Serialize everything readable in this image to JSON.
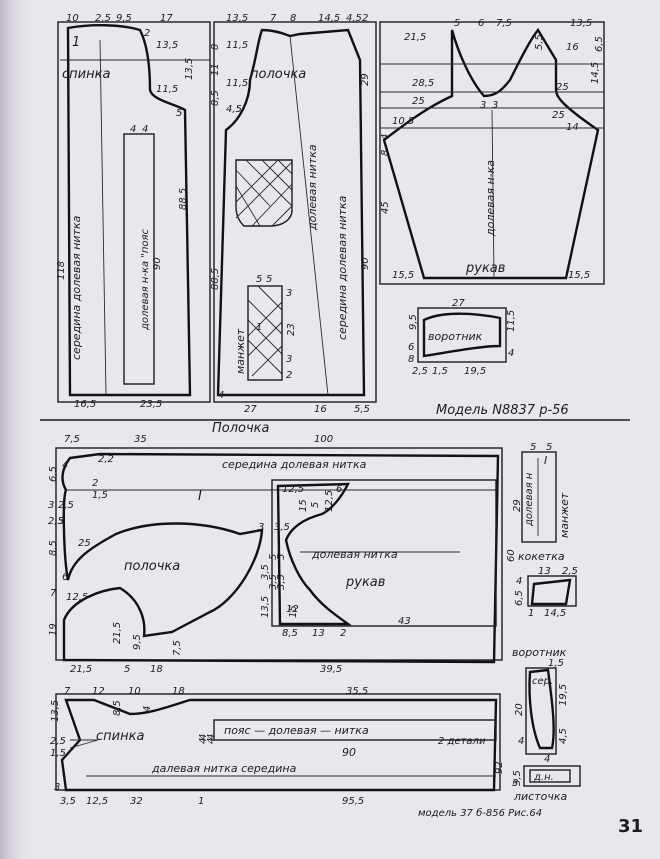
{
  "model_top": "Модель N8837 р-56",
  "model_bottom": "модель 37 б-856 Рис.64",
  "page_number": "31",
  "top": {
    "back": {
      "title": "спинка",
      "marker": "1",
      "grain": "середина долевая нитка",
      "belt": "долевая н-ка \"пояс",
      "dims": [
        "10",
        "2,5",
        "9,5",
        "17",
        "2",
        "13,5",
        "13,5",
        "11,5",
        "5",
        "4",
        "4",
        "88,5",
        "118",
        "90",
        "16,5",
        "23,5"
      ]
    },
    "front": {
      "title": "полочка",
      "grain1": "долевая нитка",
      "grain2": "середина долевая нитка",
      "cuff": "манжет",
      "dims": [
        "13,5",
        "7",
        "8",
        "14,5",
        "4,5",
        "2",
        "11,5",
        "8",
        "11",
        "11,5",
        "8,5",
        "4,5",
        "29",
        "88,5",
        "90",
        "5",
        "5",
        "3",
        "23",
        "3",
        "2",
        "4",
        "27",
        "16",
        "5,5",
        "1"
      ]
    },
    "sleeve": {
      "title": "рукав",
      "grain": "долевая н-ка",
      "dims": [
        "5",
        "6",
        "7,5",
        "13,5",
        "21,5",
        "5,5",
        "16",
        "6,5",
        "28,5",
        "25",
        "14,5",
        "3",
        "3",
        "25",
        "10,5",
        "25",
        "14",
        "4",
        "8",
        "45",
        "15,5",
        "15,5"
      ]
    },
    "collar": {
      "title": "воротник",
      "dims": [
        "27",
        "9,5",
        "11,5",
        "6",
        "8",
        "4",
        "2,5",
        "1,5",
        "19,5"
      ]
    }
  },
  "bottom": {
    "front": {
      "header": "Полочка",
      "marker": "I",
      "title": "полочка",
      "grain": "середина долевая нитка",
      "dims": [
        "7,5",
        "35",
        "100",
        "4",
        "2,2",
        "6,5",
        "2",
        "1,5",
        "3",
        "2,5",
        "2,5",
        "3",
        "25",
        "8,5",
        "6",
        "7",
        "12,5",
        "21,5",
        "9,5",
        "19",
        "7,5",
        "21,5",
        "5",
        "18",
        "39,5",
        "60"
      ]
    },
    "sleeve": {
      "title": "рукав",
      "grain": "долевая нитка",
      "dims": [
        "12,5",
        "15",
        "6",
        "5",
        "12,5",
        "3",
        "3,5",
        "3,5",
        "5",
        "5",
        "3,5",
        "3,5",
        "13,5",
        "12",
        "15",
        "8,5",
        "13",
        "2",
        "43"
      ]
    },
    "back": {
      "title": "спинка",
      "grain": "далевая нитка середина",
      "dims": [
        "7",
        "12",
        "10",
        "18",
        "35,5",
        "13,5",
        "8,5",
        "4",
        "4",
        "4",
        "2,5",
        "1,5",
        "3",
        "3,5",
        "12,5",
        "32",
        "95,5",
        "92",
        "1"
      ]
    },
    "belt": {
      "label": "пояс — долевая — нитка",
      "note": "2 детали",
      "dims": [
        "4",
        "4",
        "90"
      ]
    },
    "cuff": {
      "title": "манжет",
      "grain": "долевая н",
      "marker": "I",
      "dims": [
        "5",
        "5",
        "29"
      ]
    },
    "yoke": {
      "title": "кокетка",
      "dims": [
        "13",
        "2,5",
        "4",
        "6,5",
        "1",
        "14,5"
      ]
    },
    "collar": {
      "title": "воротник",
      "inner": "сер.",
      "dims": [
        "1,5",
        "20",
        "19,5",
        "4",
        "4,5",
        "4"
      ]
    },
    "flap": {
      "title": "листочка",
      "inner": "д.н.",
      "dims": [
        "3,5",
        "3"
      ]
    }
  }
}
